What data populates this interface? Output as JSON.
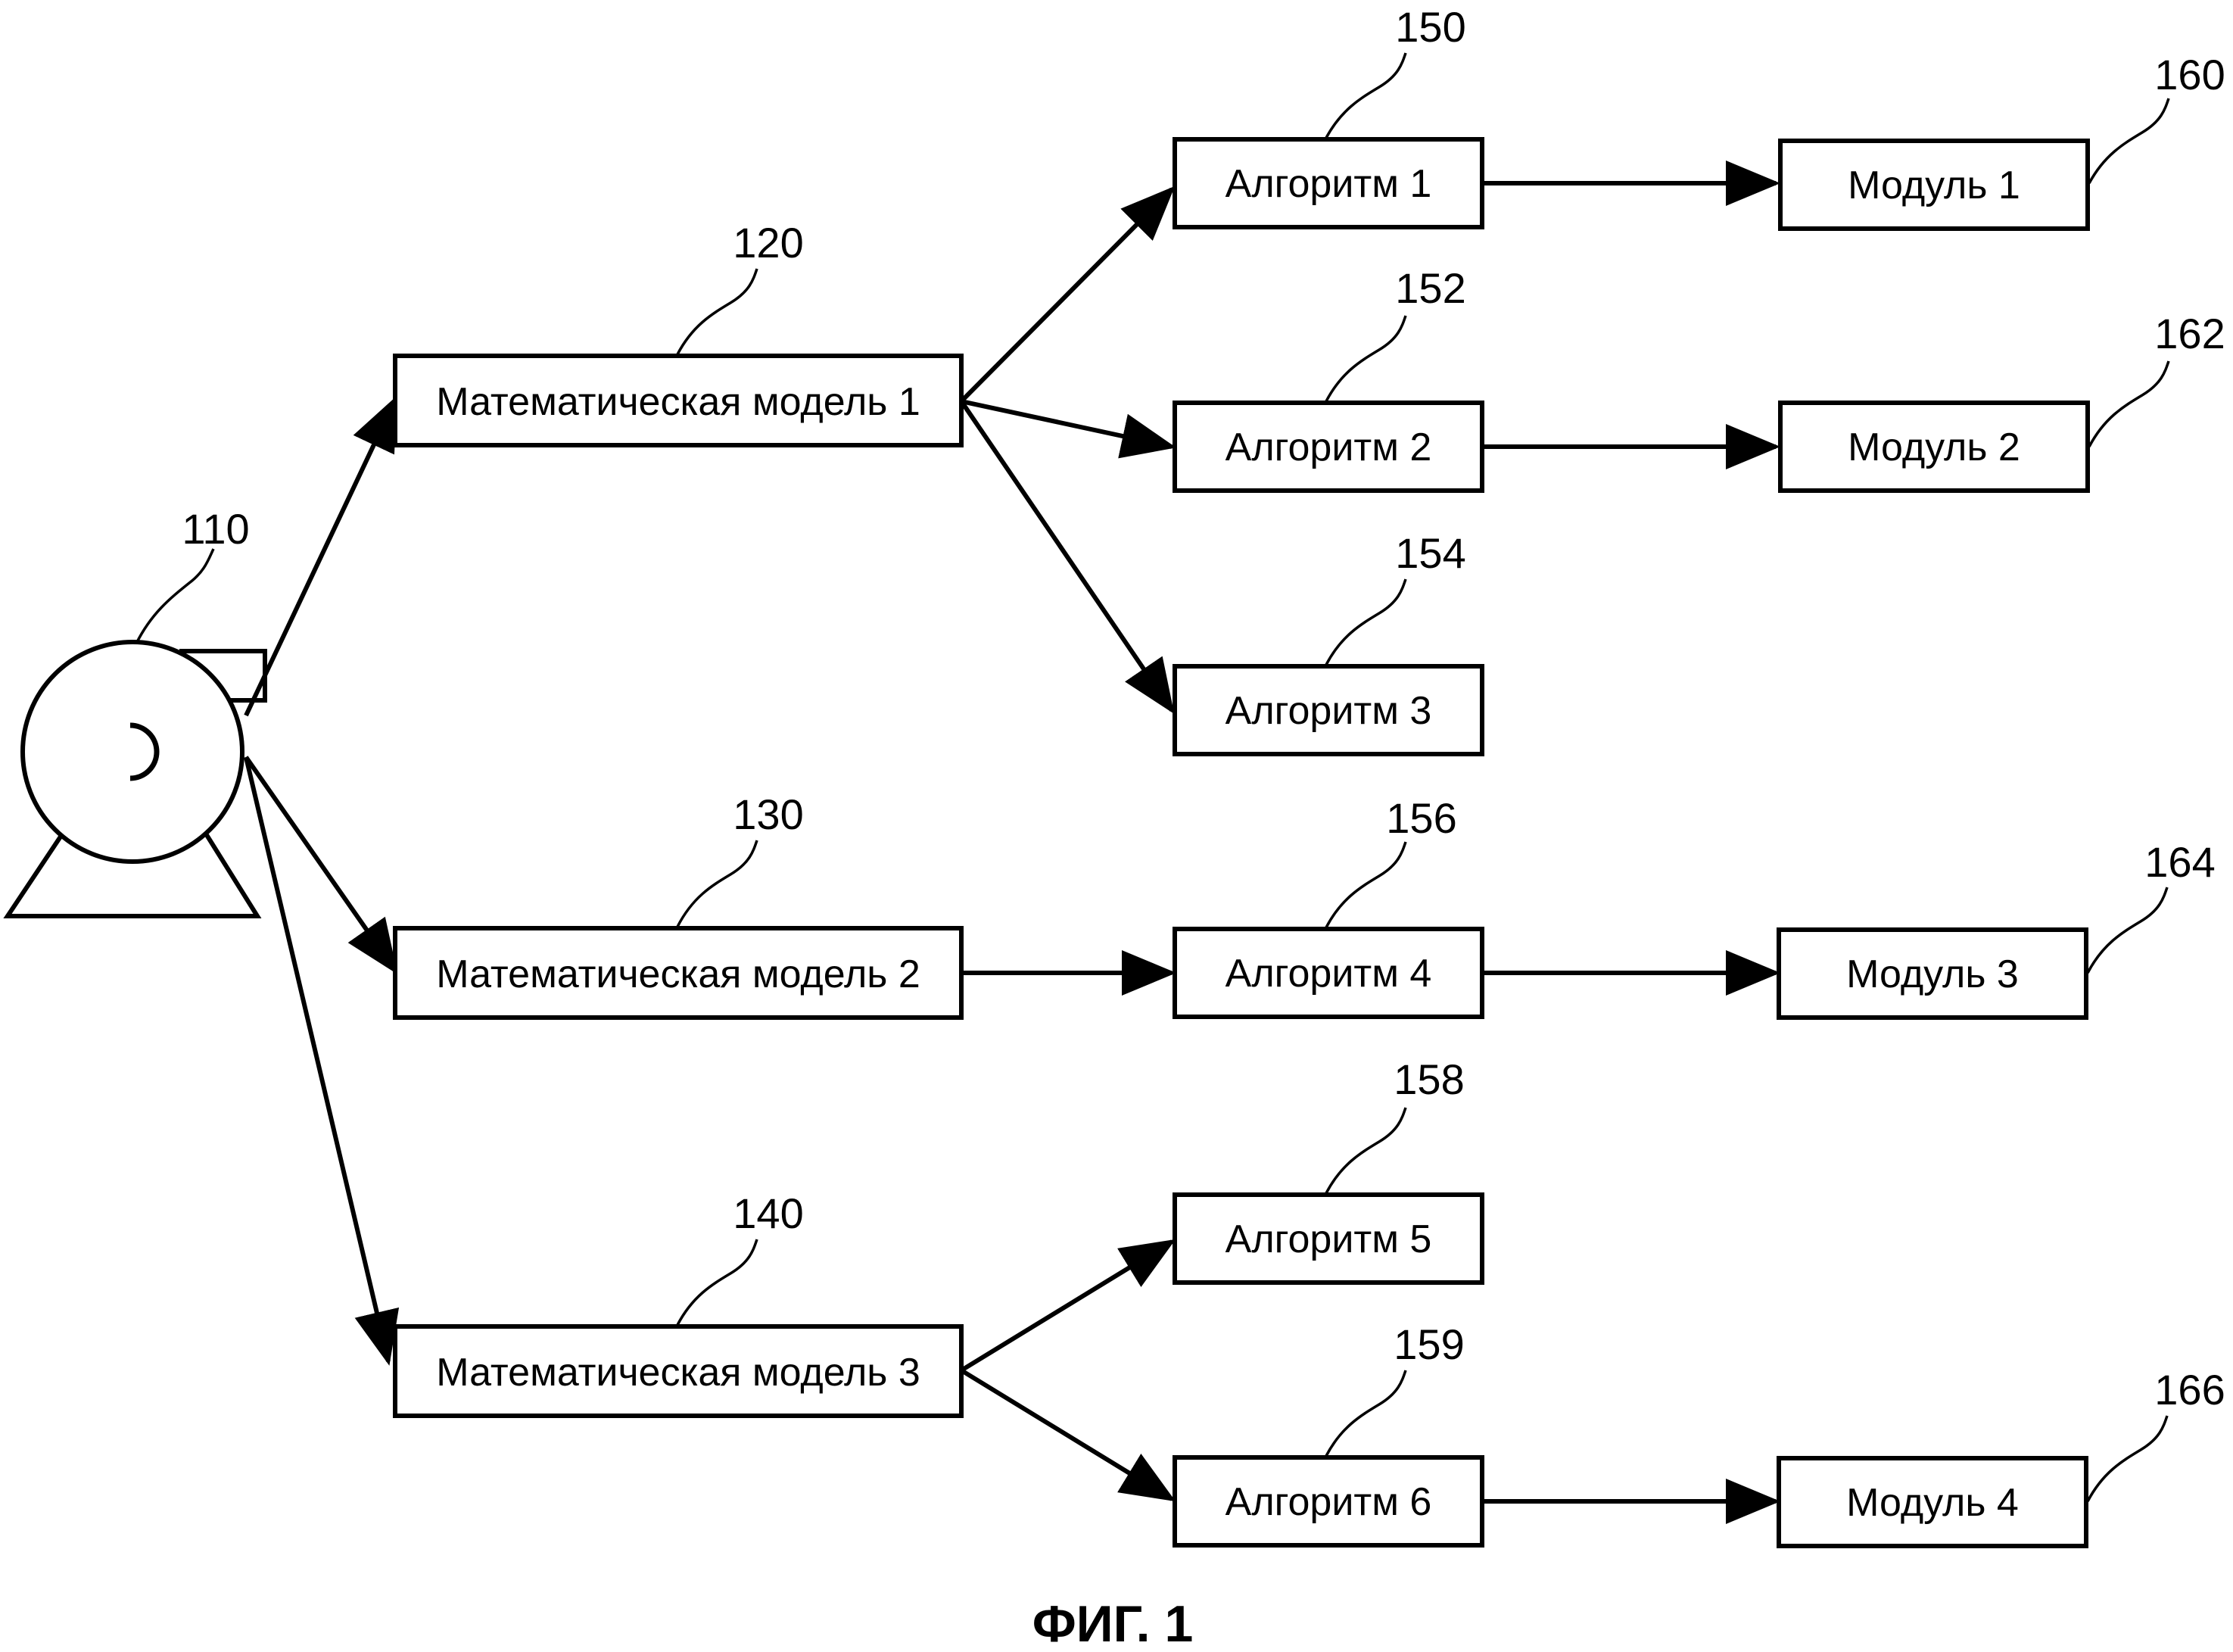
{
  "figure": {
    "caption": "ФИГ. 1",
    "motor": {
      "ref": "110"
    },
    "models": [
      {
        "id": "m1",
        "label": "Математическая модель 1",
        "ref": "120"
      },
      {
        "id": "m2",
        "label": "Математическая модель 2",
        "ref": "130"
      },
      {
        "id": "m3",
        "label": "Математическая модель 3",
        "ref": "140"
      }
    ],
    "algorithms": [
      {
        "id": "a1",
        "label": "Алгоритм 1",
        "ref": "150"
      },
      {
        "id": "a2",
        "label": "Алгоритм 2",
        "ref": "152"
      },
      {
        "id": "a3",
        "label": "Алгоритм 3",
        "ref": "154"
      },
      {
        "id": "a4",
        "label": "Алгоритм 4",
        "ref": "156"
      },
      {
        "id": "a5",
        "label": "Алгоритм 5",
        "ref": "158"
      },
      {
        "id": "a6",
        "label": "Алгоритм 6",
        "ref": "159"
      }
    ],
    "modules": [
      {
        "id": "d1",
        "label": "Модуль 1",
        "ref": "160"
      },
      {
        "id": "d2",
        "label": "Модуль 2",
        "ref": "162"
      },
      {
        "id": "d3",
        "label": "Модуль 3",
        "ref": "164"
      },
      {
        "id": "d4",
        "label": "Модуль 4",
        "ref": "166"
      }
    ],
    "connections": [
      {
        "from": "motor",
        "to": "m1"
      },
      {
        "from": "motor",
        "to": "m2"
      },
      {
        "from": "motor",
        "to": "m3"
      },
      {
        "from": "m1",
        "to": "a1"
      },
      {
        "from": "m1",
        "to": "a2"
      },
      {
        "from": "m1",
        "to": "a3"
      },
      {
        "from": "m2",
        "to": "a4"
      },
      {
        "from": "m3",
        "to": "a5"
      },
      {
        "from": "m3",
        "to": "a6"
      },
      {
        "from": "a1",
        "to": "d1"
      },
      {
        "from": "a2",
        "to": "d2"
      },
      {
        "from": "a4",
        "to": "d3"
      },
      {
        "from": "a6",
        "to": "d4"
      }
    ]
  }
}
